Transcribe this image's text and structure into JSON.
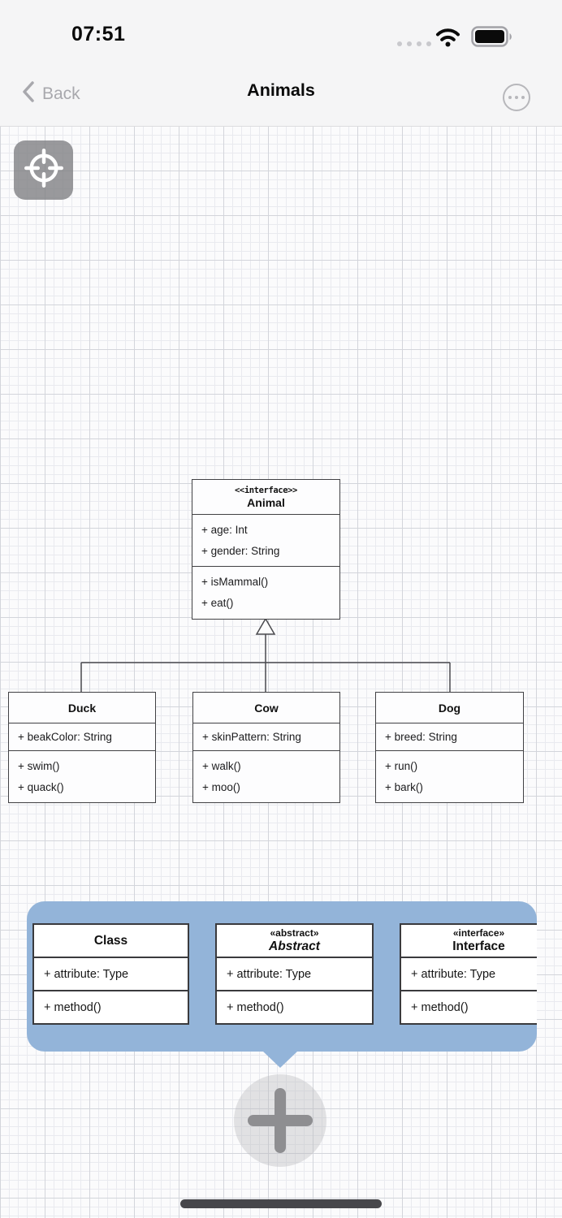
{
  "status_bar": {
    "time": "07:51"
  },
  "nav_bar": {
    "back_label": "Back",
    "title": "Animals"
  },
  "icons": {
    "cellular": "four-dot-signal",
    "wifi": "wifi-full",
    "battery": "battery-full",
    "back_chevron": "chevron-left",
    "more": "ellipsis-circle",
    "locate": "crosshair-target",
    "add": "plus"
  },
  "colors": {
    "palette_blue": "#93b4d9",
    "canvas_bg": "#fbfbfc",
    "chrome_bg": "#f5f5f6",
    "box_border": "#414144",
    "home_bar": "#47474b"
  },
  "diagram": {
    "classes": [
      {
        "stereotype": "<<interface>>",
        "name": "Animal",
        "attributes": [
          "+ age: Int",
          "+ gender: String"
        ],
        "methods": [
          "+ isMammal()",
          "+ eat()"
        ]
      },
      {
        "name": "Duck",
        "attributes": [
          "+ beakColor: String"
        ],
        "methods": [
          "+ swim()",
          "+ quack()"
        ]
      },
      {
        "name": "Cow",
        "attributes": [
          "+ skinPattern: String"
        ],
        "methods": [
          "+ walk()",
          "+ moo()"
        ]
      },
      {
        "name": "Dog",
        "attributes": [
          "+ breed: String"
        ],
        "methods": [
          "+ run()",
          "+ bark()"
        ]
      }
    ],
    "relations": [
      {
        "type": "inheritance",
        "parent": "Animal",
        "children": [
          "Duck",
          "Cow",
          "Dog"
        ]
      }
    ]
  },
  "palette": {
    "templates": [
      {
        "name": "Class",
        "attribute": "+ attribute: Type",
        "method": "+ method()"
      },
      {
        "stereotype": "«abstract»",
        "name": "Abstract",
        "attribute": "+ attribute: Type",
        "method": "+ method()"
      },
      {
        "stereotype": "«interface»",
        "name": "Interface",
        "attribute": "+ attribute: Type",
        "method": "+ method()"
      }
    ]
  }
}
